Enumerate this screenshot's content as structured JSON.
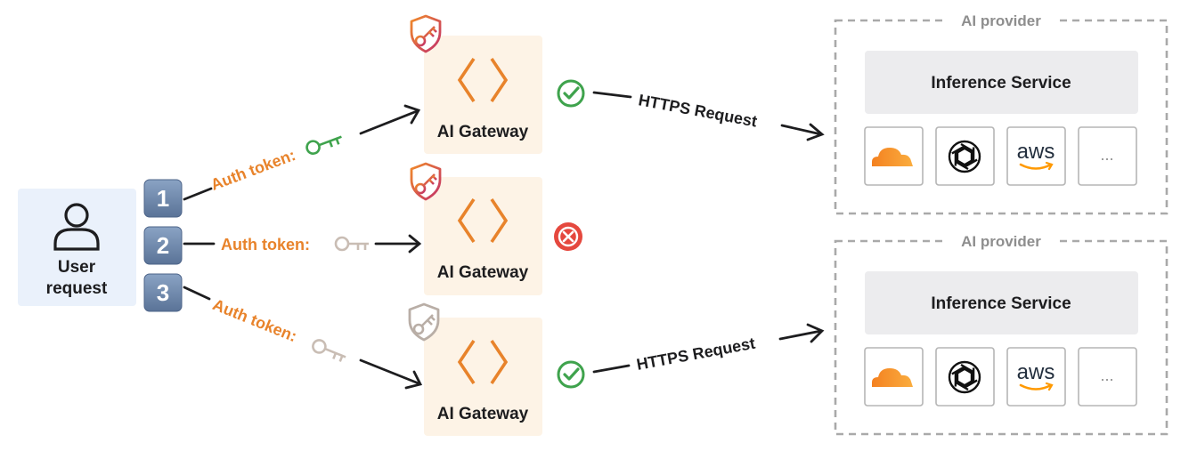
{
  "user": {
    "label_line1": "User",
    "label_line2": "request"
  },
  "requests": [
    {
      "number": "1",
      "auth_label": "Auth token:",
      "key_state": "valid"
    },
    {
      "number": "2",
      "auth_label": "Auth token:",
      "key_state": "invalid"
    },
    {
      "number": "3",
      "auth_label": "Auth token:",
      "key_state": "invalid"
    }
  ],
  "gateways": [
    {
      "label": "AI Gateway",
      "auth_enabled": true,
      "result": "allowed"
    },
    {
      "label": "AI Gateway",
      "auth_enabled": true,
      "result": "rejected"
    },
    {
      "label": "AI Gateway",
      "auth_enabled": false,
      "result": "allowed"
    }
  ],
  "https_label": "HTTPS Request",
  "providers": [
    {
      "title": "AI provider",
      "service": "Inference Service",
      "logos": [
        "cloudflare-logo",
        "openai-logo",
        "aws-logo",
        "more"
      ],
      "more_label": "...",
      "aws_label": "aws"
    },
    {
      "title": "AI provider",
      "service": "Inference Service",
      "logos": [
        "cloudflare-logo",
        "openai-logo",
        "aws-logo",
        "more"
      ],
      "more_label": "...",
      "aws_label": "aws"
    }
  ],
  "colors": {
    "orange": "#e8832b",
    "green": "#3fa34d",
    "red": "#e5483e",
    "gray_key": "#c9bdb4",
    "badge": "#6f8bb0",
    "gateway_bg": "#fdf3e6",
    "user_bg": "#eaf1fb",
    "service_bg": "#ececee"
  }
}
